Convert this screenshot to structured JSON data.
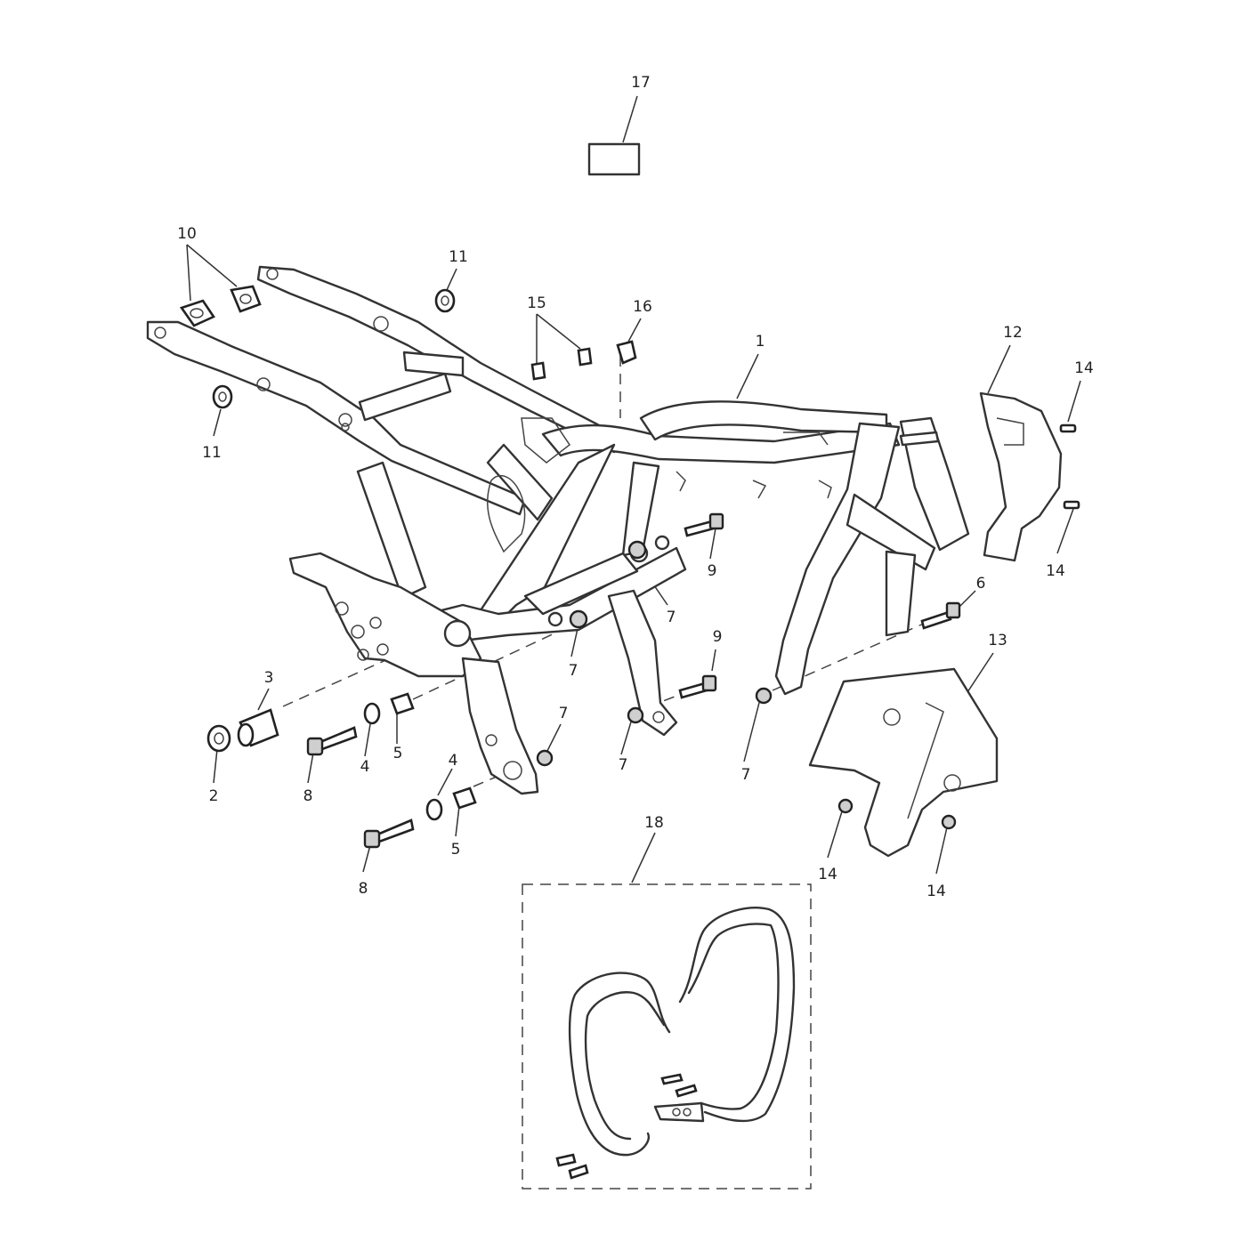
{
  "callouts": [
    {
      "id": "c17",
      "label": "17"
    },
    {
      "id": "c10",
      "label": "10"
    },
    {
      "id": "c11a",
      "label": "11"
    },
    {
      "id": "c11b",
      "label": "11"
    },
    {
      "id": "c15",
      "label": "15"
    },
    {
      "id": "c16",
      "label": "16"
    },
    {
      "id": "c1",
      "label": "1"
    },
    {
      "id": "c12",
      "label": "12"
    },
    {
      "id": "c14a",
      "label": "14"
    },
    {
      "id": "c14b",
      "label": "14"
    },
    {
      "id": "c9a",
      "label": "9"
    },
    {
      "id": "c6",
      "label": "6"
    },
    {
      "id": "c7a",
      "label": "7"
    },
    {
      "id": "c7b",
      "label": "7"
    },
    {
      "id": "c9b",
      "label": "9"
    },
    {
      "id": "c13",
      "label": "13"
    },
    {
      "id": "c3",
      "label": "3"
    },
    {
      "id": "c7c",
      "label": "7"
    },
    {
      "id": "c7d",
      "label": "7"
    },
    {
      "id": "c7e",
      "label": "7"
    },
    {
      "id": "c2",
      "label": "2"
    },
    {
      "id": "c8a",
      "label": "8"
    },
    {
      "id": "c4a",
      "label": "4"
    },
    {
      "id": "c5a",
      "label": "5"
    },
    {
      "id": "c4b",
      "label": "4"
    },
    {
      "id": "c18",
      "label": "18"
    },
    {
      "id": "c5b",
      "label": "5"
    },
    {
      "id": "c8b",
      "label": "8"
    },
    {
      "id": "c14c",
      "label": "14"
    },
    {
      "id": "c14d",
      "label": "14"
    }
  ]
}
